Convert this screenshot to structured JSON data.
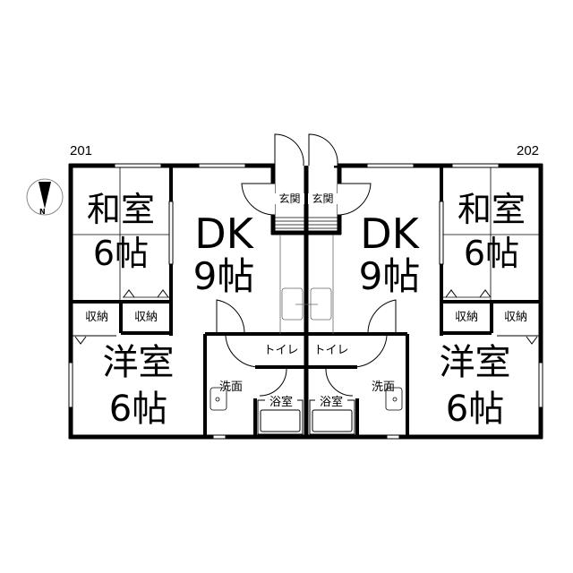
{
  "units": [
    {
      "id": "201",
      "rooms": {
        "washitsu": {
          "name": "和室",
          "size": "6帖"
        },
        "dk": {
          "name": "DK",
          "size": "9帖"
        },
        "yoshitsu": {
          "name": "洋室",
          "size": "6帖"
        },
        "storage1": "収納",
        "storage2": "収納",
        "entrance": "玄関",
        "toilet": "トイレ",
        "washroom": "洗面",
        "bath": "浴室"
      }
    },
    {
      "id": "202",
      "rooms": {
        "washitsu": {
          "name": "和室",
          "size": "6帖"
        },
        "dk": {
          "name": "DK",
          "size": "9帖"
        },
        "yoshitsu": {
          "name": "洋室",
          "size": "6帖"
        },
        "storage1": "収納",
        "storage2": "収納",
        "entrance": "玄関",
        "toilet": "トイレ",
        "washroom": "洗面",
        "bath": "浴室"
      }
    }
  ],
  "compass": {
    "label": "N"
  }
}
